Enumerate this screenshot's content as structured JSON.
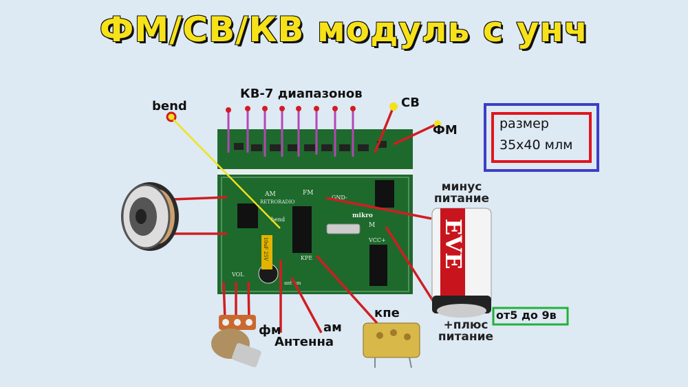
{
  "title": "ФМ/СВ/КВ модуль с унч",
  "labels": {
    "kv": "КВ-7 диапазонов",
    "sv": "СВ",
    "fm_top": "ФМ",
    "bend": "bend",
    "size_line1": "размер",
    "size_line2": "35x40 млм",
    "minus_line1": "минус",
    "minus_line2": "питание",
    "plus_line1": "+плюс",
    "plus_line2": "питание",
    "voltage": "от5 до 9в",
    "kpe": "кпе",
    "fm_ant": "фм",
    "am_ant": "ам",
    "antenna": "Антенна"
  },
  "board_silkscreen": {
    "am": "AM",
    "fm": "FM",
    "brand": "RETRORADIO",
    "gnd": "GND-",
    "mikro": "mikro",
    "m": "M",
    "vcc": "VCC+",
    "bend": "bend",
    "kpe": "KPE",
    "ant": "ant am",
    "vol": "VOL",
    "cap": "10uF 25V"
  },
  "battery_brand": "EVE",
  "colors": {
    "background": "#dde9f3",
    "title": "#f7e21a",
    "pcb": "#1d6a2c",
    "wire_red": "#d01d22",
    "wire_purple": "#b446b4",
    "wire_yellow": "#f2e21c",
    "size_outer": "#3b3fc4",
    "size_inner": "#e0161d",
    "voltage_box": "#22b03a"
  }
}
